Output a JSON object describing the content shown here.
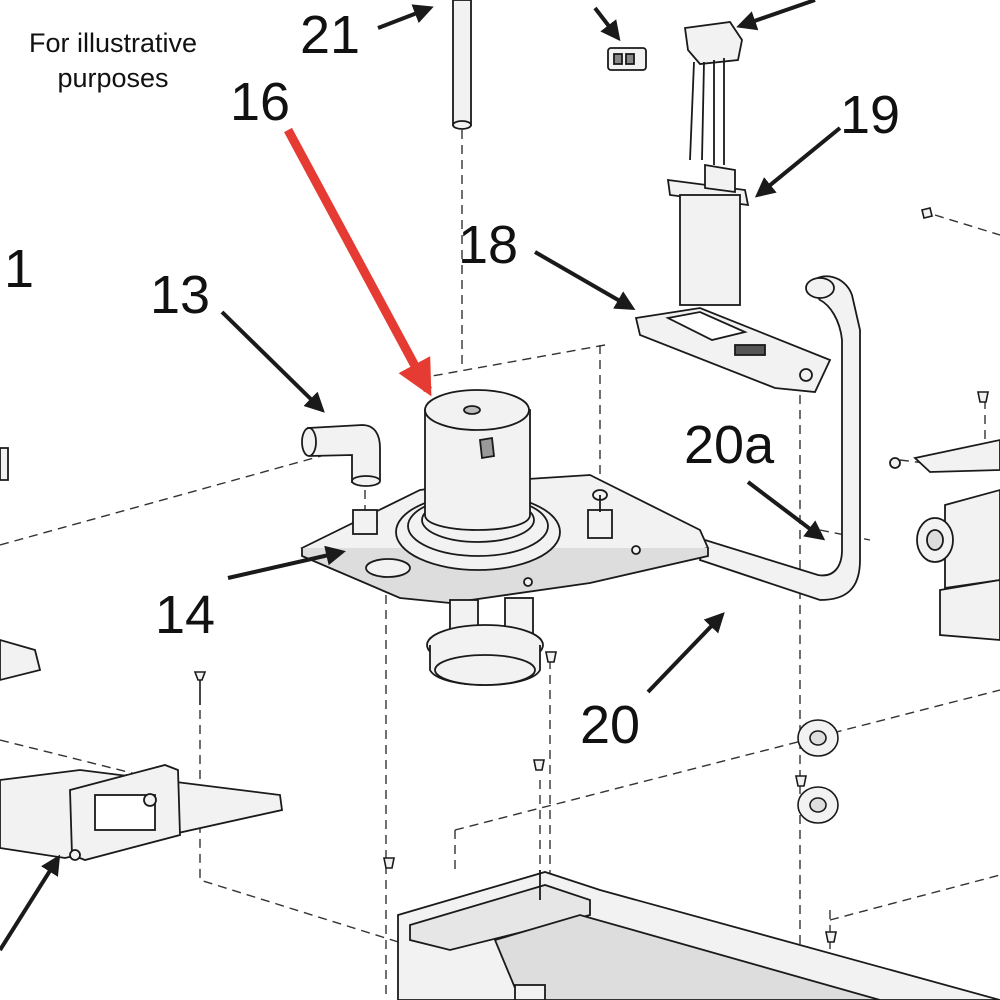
{
  "caption": {
    "line1": "For illustrative",
    "line2": "purposes"
  },
  "callouts": {
    "c1": "1",
    "c13": "13",
    "c14": "14",
    "c16": "16",
    "c18": "18",
    "c19": "19",
    "c20": "20",
    "c20a": "20a",
    "c21": "21"
  },
  "colors": {
    "highlight_arrow": "#e53b32",
    "line": "#1a1a1a",
    "part_fill": "#f2f2f2"
  }
}
